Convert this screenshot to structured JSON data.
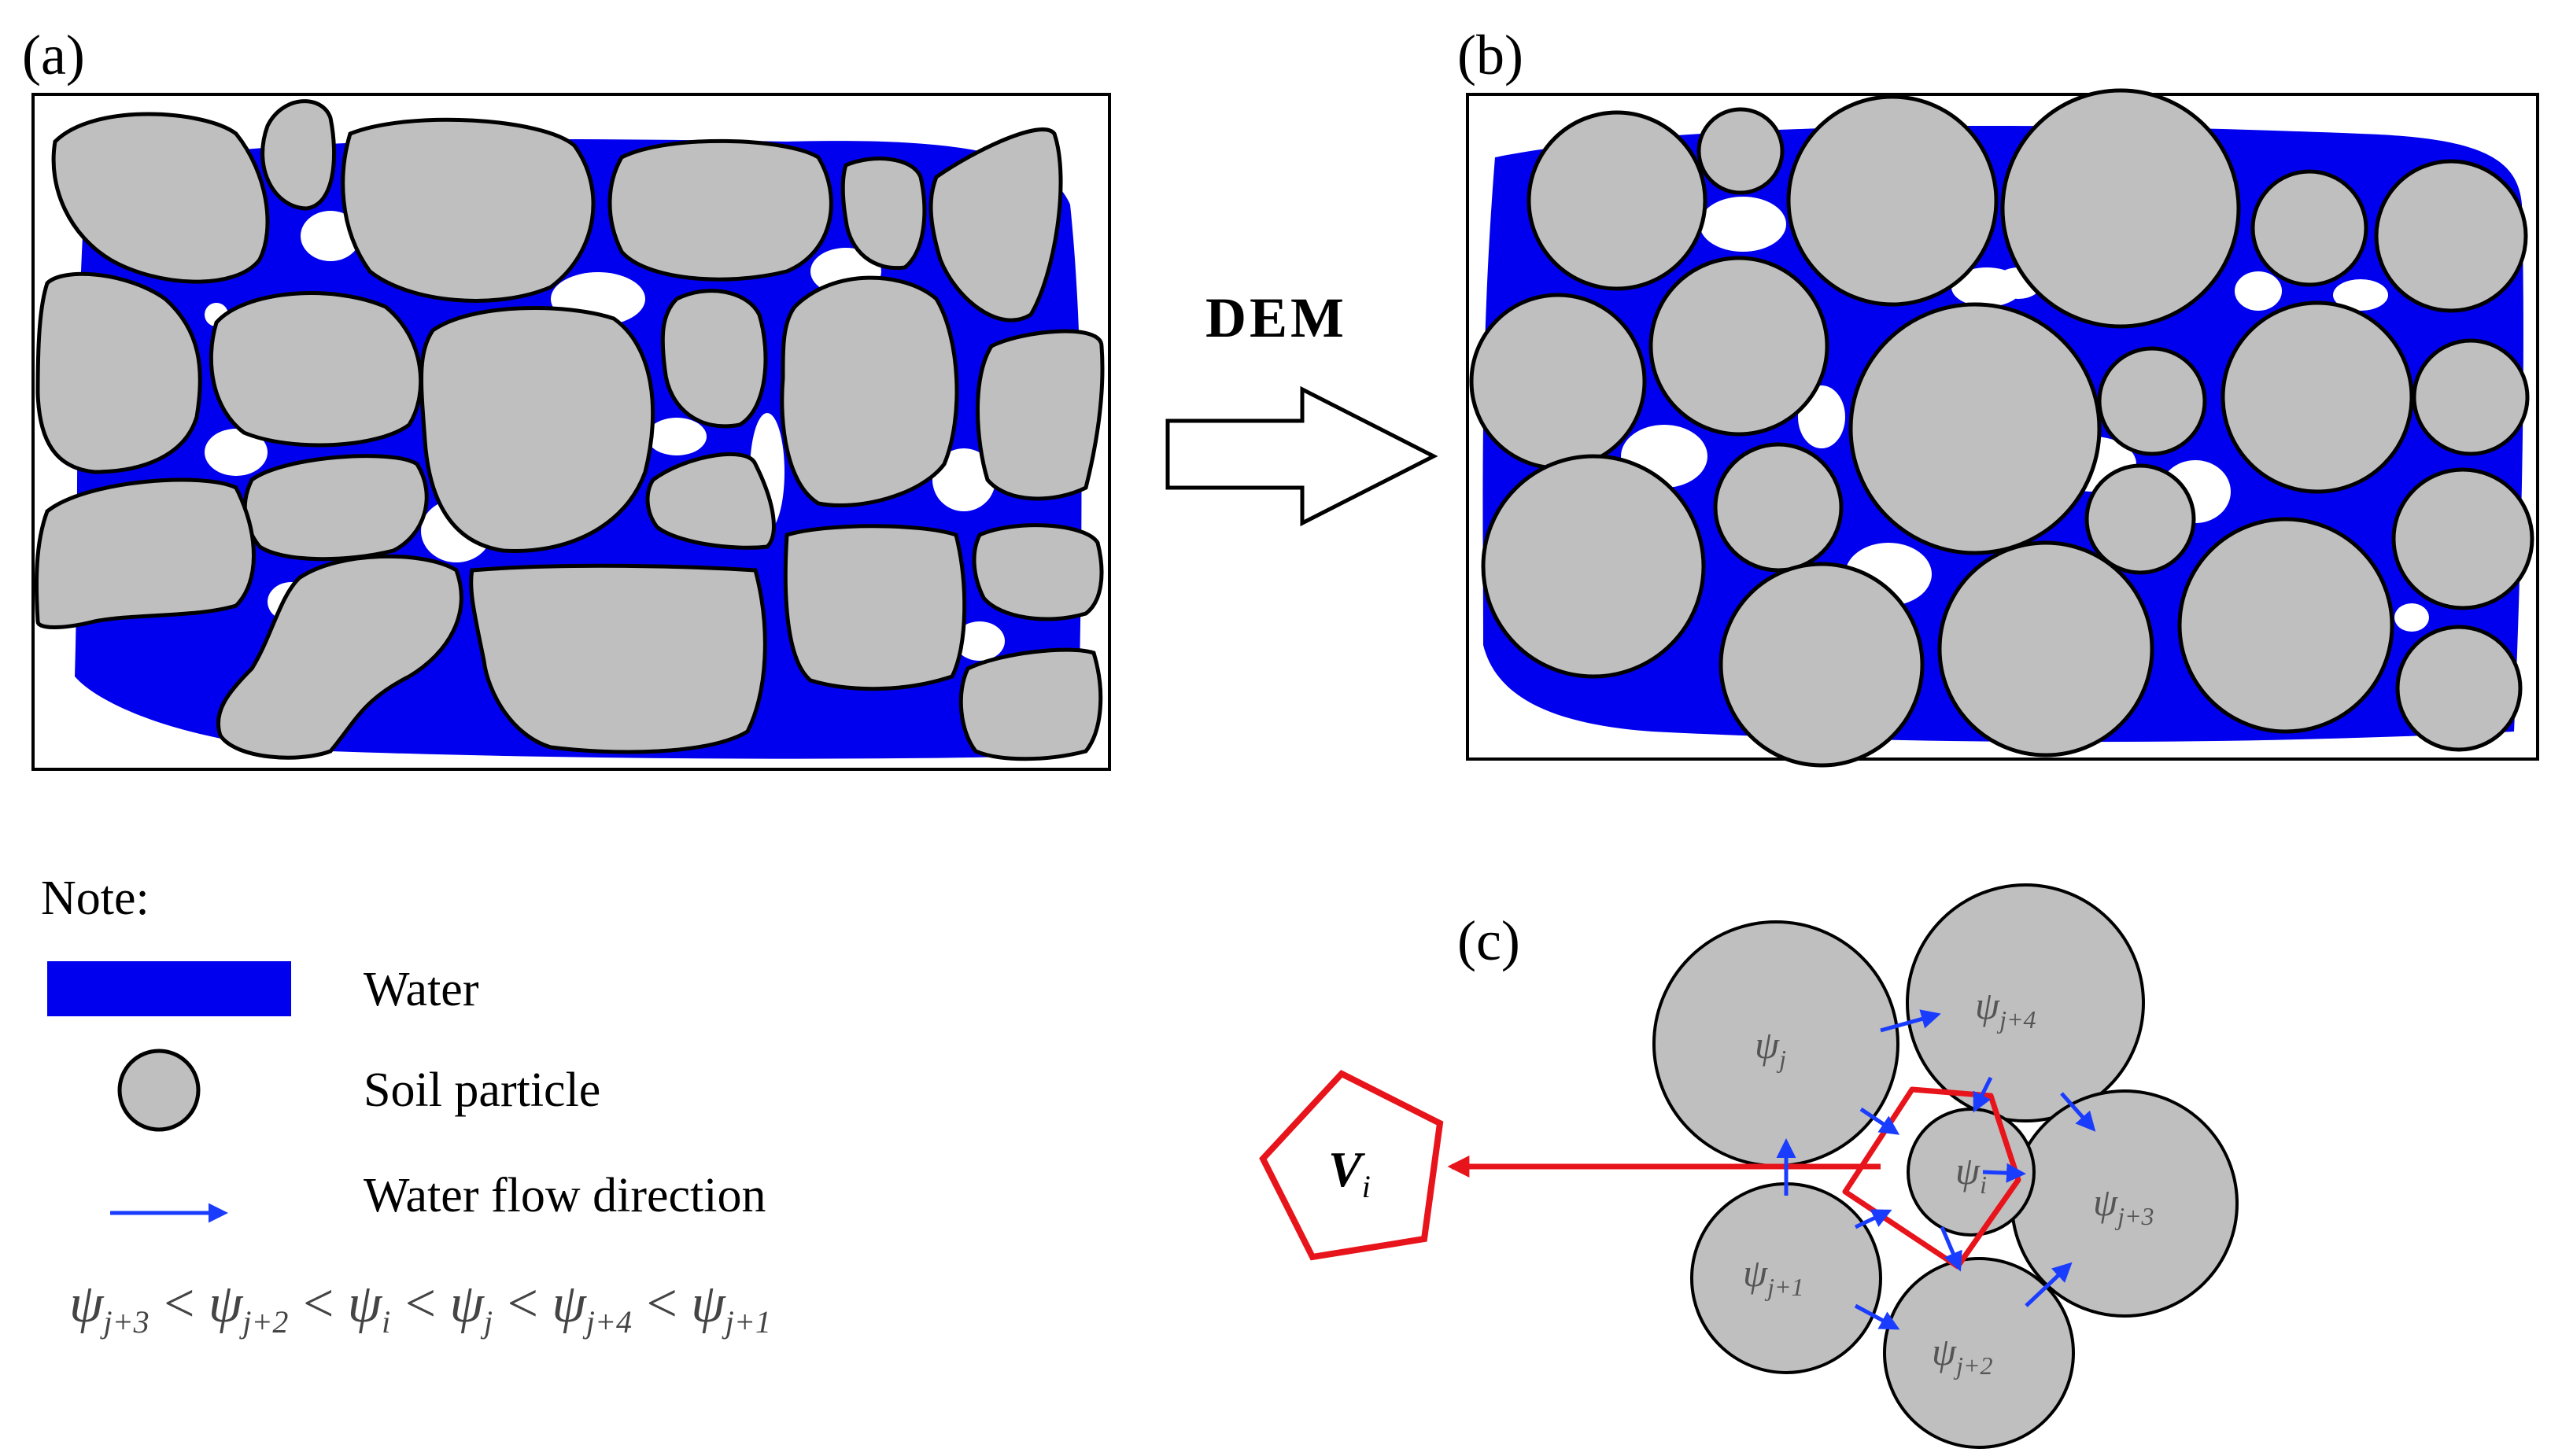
{
  "panels": {
    "a_label": "(a)",
    "b_label": "(b)",
    "c_label": "(c)"
  },
  "arrow": {
    "label": "DEM"
  },
  "legend": {
    "title": "Note:",
    "items": [
      {
        "symbol": "water-swatch",
        "label": "Water"
      },
      {
        "symbol": "soil-particle-circle",
        "label": "Soil particle"
      },
      {
        "symbol": "flow-arrow",
        "label": "Water flow direction"
      }
    ]
  },
  "inequality": {
    "terms": [
      {
        "base": "ψ",
        "sub": "j+3"
      },
      {
        "base": "ψ",
        "sub": "j+2"
      },
      {
        "base": "ψ",
        "sub": "i"
      },
      {
        "base": "ψ",
        "sub": "j"
      },
      {
        "base": "ψ",
        "sub": "j+4"
      },
      {
        "base": "ψ",
        "sub": "j+1"
      }
    ],
    "operator": "<"
  },
  "network": {
    "particles": [
      {
        "base": "ψ",
        "sub": "j"
      },
      {
        "base": "ψ",
        "sub": "j+4"
      },
      {
        "base": "ψ",
        "sub": "i"
      },
      {
        "base": "ψ",
        "sub": "j+3"
      },
      {
        "base": "ψ",
        "sub": "j+1"
      },
      {
        "base": "ψ",
        "sub": "j+2"
      }
    ],
    "voronoi_label": {
      "base": "V",
      "sub": "i"
    }
  },
  "colors": {
    "water": "#0000ee",
    "particle_fill": "#bfbfbf",
    "outline": "#000000",
    "voronoi": "#e8141b",
    "flow_arrow": "#1a3cff"
  }
}
